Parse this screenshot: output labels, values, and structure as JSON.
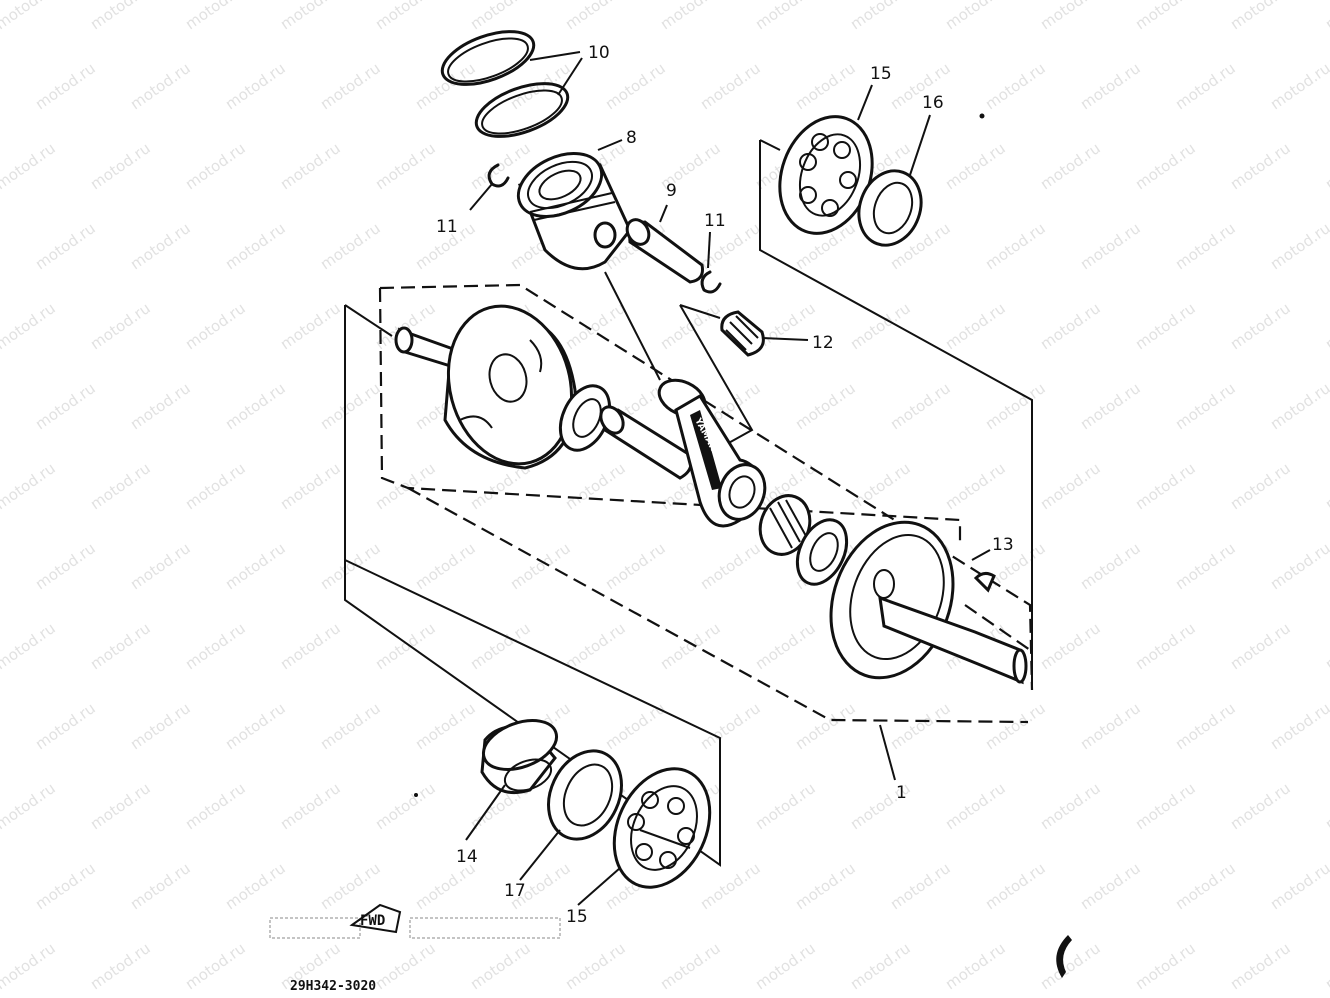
{
  "watermark": "motod.ru",
  "rod_marking": "YAMAHA",
  "stamp_logo": "FWD",
  "drawing_number": "29H342-3020",
  "callouts": [
    {
      "id": "10",
      "part": "piston-ring"
    },
    {
      "id": "8",
      "part": "piston"
    },
    {
      "id": "11",
      "part": "piston-pin-clip-left"
    },
    {
      "id": "9",
      "part": "piston-pin"
    },
    {
      "id": "11",
      "part": "piston-pin-clip-right"
    },
    {
      "id": "12",
      "part": "small-end-bearing"
    },
    {
      "id": "15",
      "part": "crank-bearing-right"
    },
    {
      "id": "16",
      "part": "oil-seal"
    },
    {
      "id": "13",
      "part": "woodruff-key"
    },
    {
      "id": "1",
      "part": "crankshaft-assembly"
    },
    {
      "id": "14",
      "part": "collar"
    },
    {
      "id": "17",
      "part": "oil-seal-left"
    },
    {
      "id": "15",
      "part": "crank-bearing-left"
    }
  ],
  "colors": {
    "ink": "#111111",
    "paper": "#ffffff",
    "watermark": "#c9c9c9"
  }
}
